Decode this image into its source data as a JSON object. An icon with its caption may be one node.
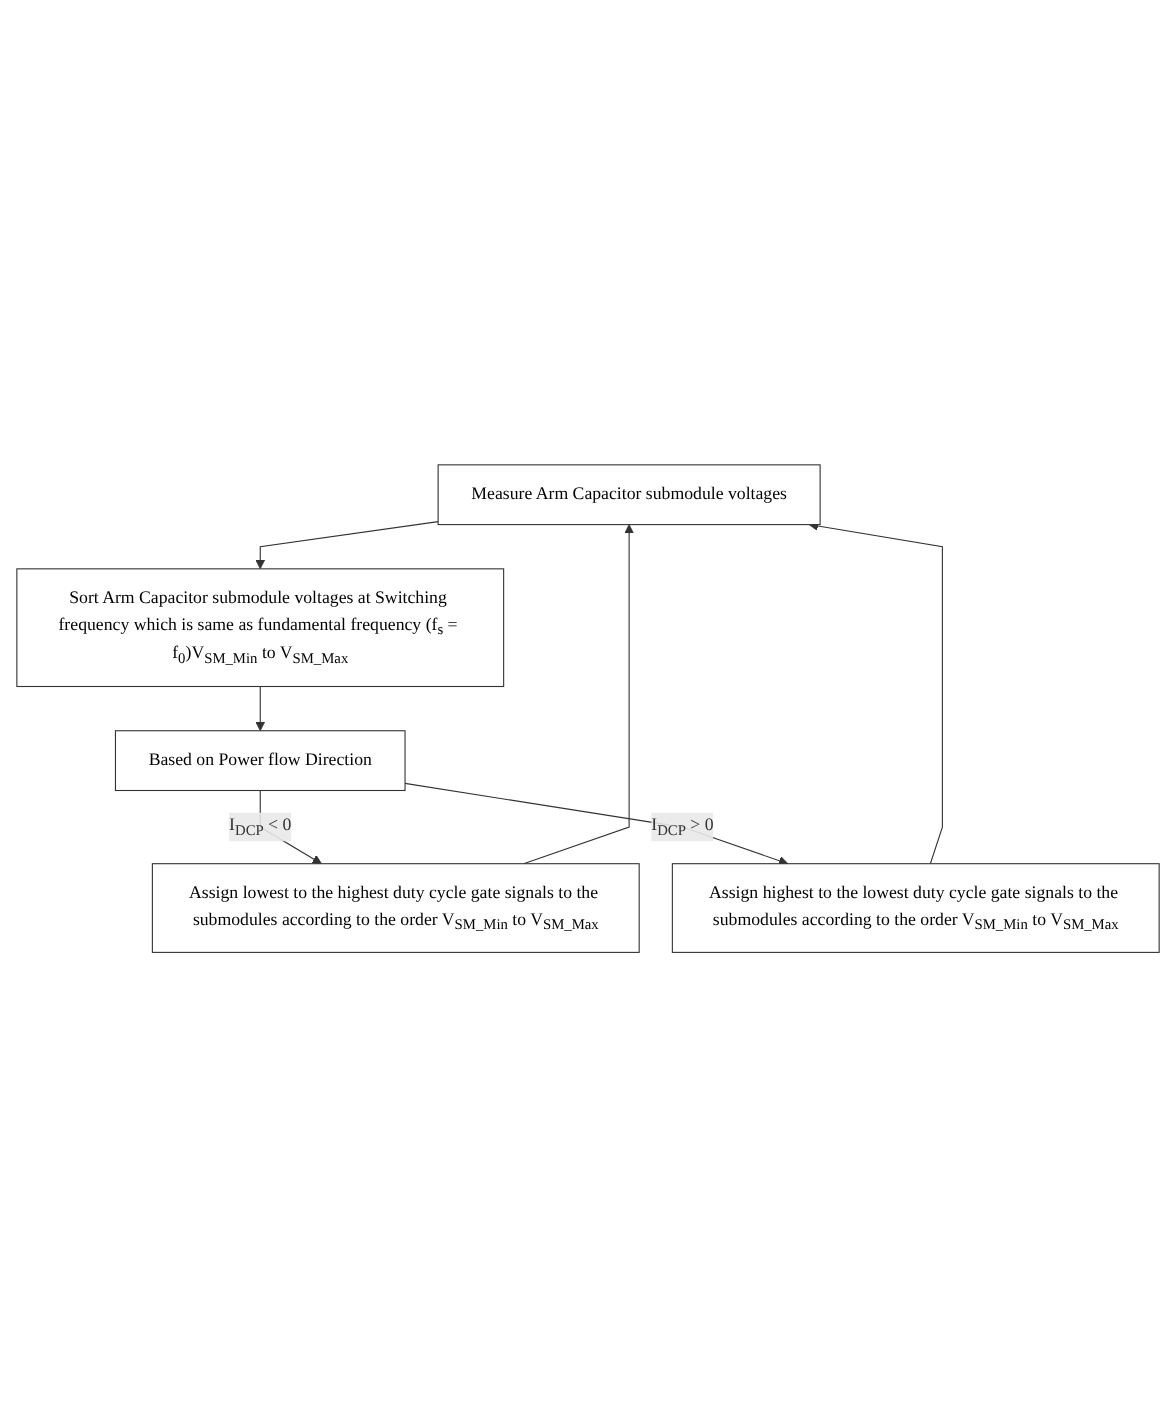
{
  "diagram": {
    "nodes": [
      {
        "text": [
          "Measure Arm Capacitor submodule voltages"
        ]
      },
      {
        "text": [
          "Sort Arm Capacitor submodule voltages at Switching frequency which is same as fundamental frequency (f$_{s}$ = f$_{0}$)V$_{SM_Min}$ to V$_{SM_Max}$"
        ]
      },
      {
        "text": [
          "Based on Power flow Direction"
        ]
      },
      {
        "text": [
          "Assign highest to the lowest duty cycle gate signals to the submodules according to the order V$_{SM_Min}$ to V$_{SM_Max}$"
        ]
      },
      {
        "text": [
          "Assign lowest to the highest duty cycle gate signals to the submodules according to the order V$_{SM_Min}$ to V$_{SM_Max}$"
        ]
      }
    ],
    "edges": [
      {
        "from": 0,
        "to": 1,
        "arrow": "to"
      },
      {
        "from": 1,
        "to": 2,
        "arrow": "to"
      },
      {
        "from": 2,
        "to": 4,
        "arrow": "to",
        "label": "I$_{DCP}$ < 0"
      },
      {
        "from": 2,
        "to": 3,
        "arrow": "to",
        "label": "I$_{DCP}$ > 0"
      },
      {
        "from": 3,
        "to": 0,
        "arrow": "to"
      },
      {
        "from": 4,
        "to": 0,
        "arrow": "to"
      }
    ]
  }
}
